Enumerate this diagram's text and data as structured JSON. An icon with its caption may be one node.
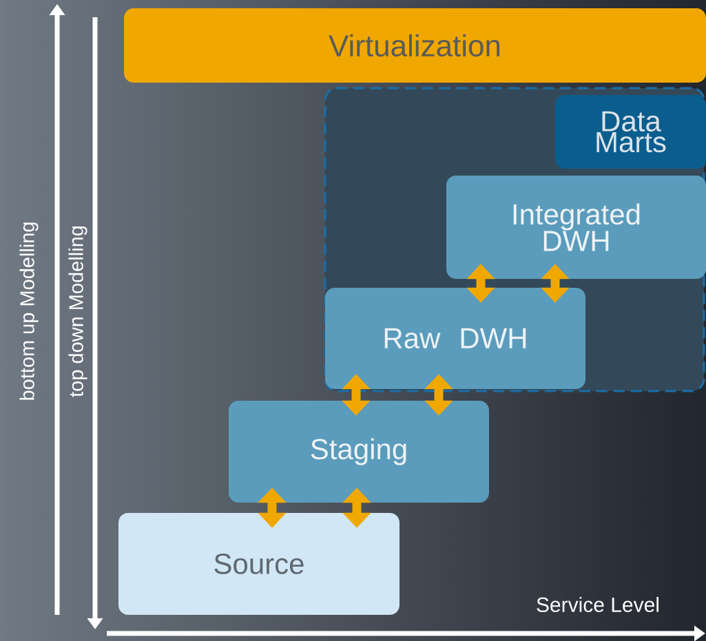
{
  "diagram": {
    "nodes": [
      {
        "text": [
          "Virtualization"
        ]
      },
      {
        "text": [],
        "shape": "box"
      },
      {
        "text": [
          "Data Marts"
        ],
        "in": 1
      },
      {
        "text": [
          "Integrated DWH"
        ],
        "in": 1
      },
      {
        "text": [
          "Raw DWH"
        ],
        "in": 1
      },
      {
        "text": [
          "Staging"
        ]
      },
      {
        "text": [
          "Source"
        ]
      }
    ],
    "edges": [
      {
        "from": 6,
        "to": 5,
        "arrow": "both"
      },
      {
        "from": 6,
        "to": 5,
        "arrow": "both"
      },
      {
        "from": 5,
        "to": 4,
        "arrow": "both"
      },
      {
        "from": 5,
        "to": 4,
        "arrow": "both"
      },
      {
        "from": 4,
        "to": 3,
        "arrow": "both"
      },
      {
        "from": 4,
        "to": 3,
        "arrow": "both"
      }
    ],
    "labels": [
      "bottom up Modelling",
      "top down Modelling",
      "Service Level"
    ]
  }
}
